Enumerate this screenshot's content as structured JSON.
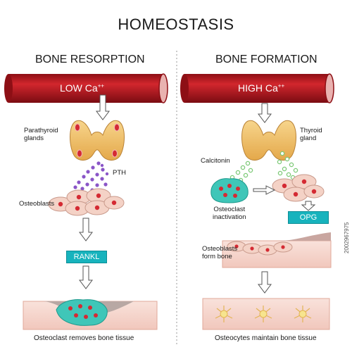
{
  "title": "HOMEOSTASIS",
  "left": {
    "heading": "BONE RESORPTION",
    "vessel_label": "LOW Ca",
    "vessel_sup": "++",
    "parathyroid_label": "Parathyroid\nglands",
    "pth_label": "PTH",
    "osteoblasts_label": "Osteoblasts",
    "rankl_label": "RANKL",
    "bottom_caption": "Osteoclast removes bone tissue"
  },
  "right": {
    "heading": "BONE FORMATION",
    "vessel_label": "HIGH  Ca",
    "vessel_sup": "++",
    "thyroid_label": "Thyroid\ngland",
    "calcitonin_label": "Calcitonin",
    "osteoclast_label": "Osteoclast\ninactivation",
    "opg_label": "OPG",
    "osteoblasts_form_label": "Osteoblasts\nform bone",
    "bottom_caption": "Osteocytes maintain bone tissue"
  },
  "watermark": "2002967975",
  "colors": {
    "vessel": "#b3141c",
    "tag": "#17b3bd",
    "gland": "#f2c46c",
    "cell": "#f4d2c6",
    "nucleus": "#d42a33",
    "pth_dots": "#8a55c7",
    "calcitonin_dots": "#8fd48a",
    "bone": "#f6d8d0"
  }
}
